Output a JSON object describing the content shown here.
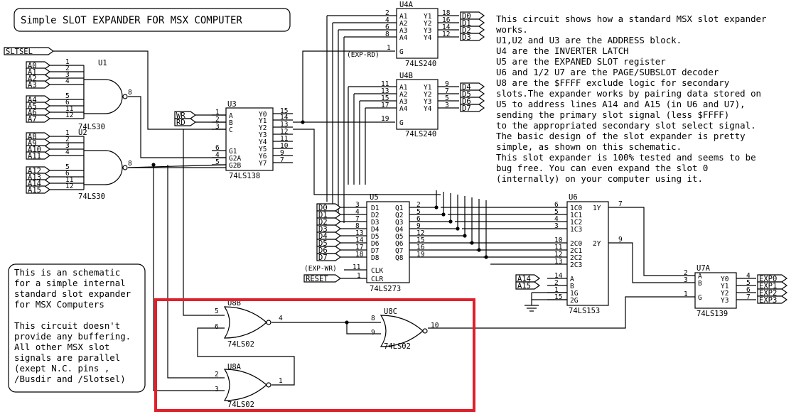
{
  "title": "Simple SLOT EXPANDER FOR MSX COMPUTER",
  "description": [
    "This circuit shows how a standard MSX slot expander",
    "works.",
    "U1,U2 and U3 are the ADDRESS block.",
    "U4 are the INVERTER LATCH",
    "U5 are the EXPANED SLOT register",
    "U6 and 1/2 U7 are the PAGE/SUBSLOT decoder",
    "U8 are the $FFFF exclude logic for secondary",
    "slots.The expander works by pairing data stored on",
    "U5 to address lines A14 and A15 (in U6 and U7),",
    "sending the primary slot signal (less $FFFF)",
    "to the appropriated secondary slot select signal.",
    "The basic design of the slot expander is pretty",
    "simple, as shown on this schematic.",
    "This slot expander is 100% tested and seems to be",
    "bug free. You can even expand the slot 0",
    "(internally) on your computer using it."
  ],
  "note": [
    "This is an schematic",
    "for a simple internal",
    "standard slot expander",
    "for MSX Computers",
    "",
    "This circuit doesn't",
    "provide any buffering.",
    "All other MSX slot",
    "signals are parallel",
    "(exept N.C. pins ,",
    "/Busdir and /Slotsel)"
  ],
  "signals": {
    "sltsel": "SLTSEL",
    "wr": "WR",
    "rd": "RD",
    "exp_rd": "(EXP-RD)",
    "exp_wr": "(EXP-WR)",
    "reset": "RESET"
  },
  "u1": {
    "ref": "U1",
    "part": "74LS30",
    "inputs": [
      "A0",
      "A1",
      "A2",
      "A3",
      "A4",
      "A5",
      "A6",
      "A7"
    ],
    "pins": [
      "1",
      "2",
      "3",
      "4",
      "5",
      "6",
      "11",
      "12"
    ],
    "out_pin": "8"
  },
  "u2": {
    "ref": "U2",
    "part": "74LS30",
    "inputs": [
      "A8",
      "A9",
      "A10",
      "A11",
      "A12",
      "A13",
      "A14",
      "A15"
    ],
    "pins": [
      "1",
      "2",
      "3",
      "4",
      "5",
      "6",
      "11",
      "12"
    ],
    "out_pin": "8"
  },
  "u3": {
    "ref": "U3",
    "part": "74LS138",
    "left_labels": [
      "A",
      "B",
      "C",
      "G1",
      "G2A",
      "G2B"
    ],
    "left_pins": [
      "1",
      "2",
      "3",
      "6",
      "4",
      "5"
    ],
    "right_labels": [
      "Y0",
      "Y1",
      "Y2",
      "Y3",
      "Y4",
      "Y5",
      "Y6",
      "Y7"
    ],
    "right_pins": [
      "15",
      "14",
      "13",
      "12",
      "11",
      "10",
      "9",
      "7"
    ]
  },
  "u4a": {
    "ref": "U4A",
    "part": "74LS240",
    "left_labels": [
      "A1",
      "A2",
      "A3",
      "A4",
      "G"
    ],
    "left_pins": [
      "2",
      "4",
      "6",
      "8",
      "1"
    ],
    "right_labels": [
      "Y1",
      "Y2",
      "Y3",
      "Y4"
    ],
    "right_pins": [
      "18",
      "16",
      "14",
      "12"
    ],
    "outputs": [
      "D0",
      "D1",
      "D2",
      "D3"
    ]
  },
  "u4b": {
    "ref": "U4B",
    "part": "74LS240",
    "left_labels": [
      "A1",
      "A2",
      "A3",
      "A4",
      "G"
    ],
    "left_pins": [
      "11",
      "13",
      "15",
      "17",
      "19"
    ],
    "right_labels": [
      "Y1",
      "Y2",
      "Y3",
      "Y4"
    ],
    "right_pins": [
      "9",
      "7",
      "5",
      "3"
    ],
    "outputs": [
      "D4",
      "D5",
      "D6",
      "D7"
    ]
  },
  "u5": {
    "ref": "U5",
    "part": "74LS273",
    "inputs": [
      "D0",
      "D1",
      "D2",
      "D3",
      "D4",
      "D5",
      "D6",
      "D7"
    ],
    "left_labels": [
      "D1",
      "D2",
      "D3",
      "D4",
      "D5",
      "D6",
      "D7",
      "D8",
      "CLK",
      "CLR"
    ],
    "left_pins": [
      "3",
      "4",
      "7",
      "8",
      "13",
      "14",
      "17",
      "18",
      "11",
      "1"
    ],
    "right_labels": [
      "Q1",
      "Q2",
      "Q3",
      "Q4",
      "Q5",
      "Q6",
      "Q7",
      "Q8"
    ],
    "right_pins": [
      "2",
      "5",
      "6",
      "9",
      "12",
      "15",
      "16",
      "19"
    ]
  },
  "u6": {
    "ref": "U6",
    "part": "74LS153",
    "left_labels": [
      "1C0",
      "1C1",
      "1C2",
      "1C3",
      "2C0",
      "2C1",
      "2C2",
      "2C3",
      "A",
      "B",
      "1G",
      "2G"
    ],
    "left_pins": [
      "6",
      "5",
      "4",
      "3",
      "10",
      "11",
      "12",
      "13",
      "14",
      "2",
      "1",
      "15"
    ],
    "right_labels": [
      "1Y",
      "2Y"
    ],
    "right_pins": [
      "7",
      "9"
    ],
    "addr_inputs": [
      "A14",
      "A15"
    ]
  },
  "u7a": {
    "ref": "U7A",
    "part": "74LS139",
    "left_labels": [
      "A",
      "B",
      "G"
    ],
    "left_pins": [
      "2",
      "3",
      "1"
    ],
    "right_labels": [
      "Y0",
      "Y1",
      "Y2",
      "Y3"
    ],
    "right_pins": [
      "4",
      "5",
      "6",
      "7"
    ],
    "outputs": [
      "EXP0",
      "EXP1",
      "EXP2",
      "EXP3"
    ]
  },
  "u8": {
    "part": "74LS02",
    "b": {
      "ref": "U8B",
      "in_pins": [
        "5",
        "6"
      ],
      "out_pin": "4"
    },
    "c": {
      "ref": "U8C",
      "in_pins": [
        "8",
        "9"
      ],
      "out_pin": "10"
    },
    "a": {
      "ref": "U8A",
      "in_pins": [
        "2",
        "3"
      ],
      "out_pin": "1"
    }
  },
  "highlight_color": "#e0202a"
}
